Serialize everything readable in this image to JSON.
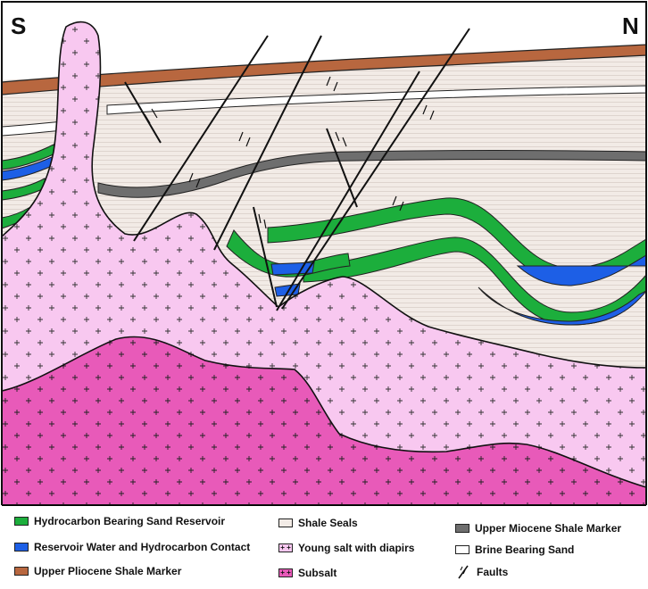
{
  "directions": {
    "south": "S",
    "north": "N"
  },
  "colors": {
    "hydrocarbon_sand": "#1cae3c",
    "water_contact": "#1d5fe6",
    "pliocene_shale": "#b8673f",
    "shale_seal": "#f2ebe6",
    "young_salt": "#f8c8f0",
    "subsalt": "#e85ab9",
    "miocene_shale": "#6e6e6e",
    "brine_sand": "#ffffff"
  },
  "legend": {
    "hydrocarbon_sand": "Hydrocarbon Bearing Sand Reservoir",
    "water_contact": "Reservoir Water and Hydrocarbon Contact",
    "pliocene_shale": "Upper Pliocene Shale Marker",
    "shale_seals": "Shale Seals",
    "young_salt": "Young salt with diapirs",
    "subsalt": "Subsalt",
    "miocene_shale": "Upper Miocene Shale Marker",
    "brine_sand": "Brine Bearing Sand",
    "faults": "Faults"
  }
}
